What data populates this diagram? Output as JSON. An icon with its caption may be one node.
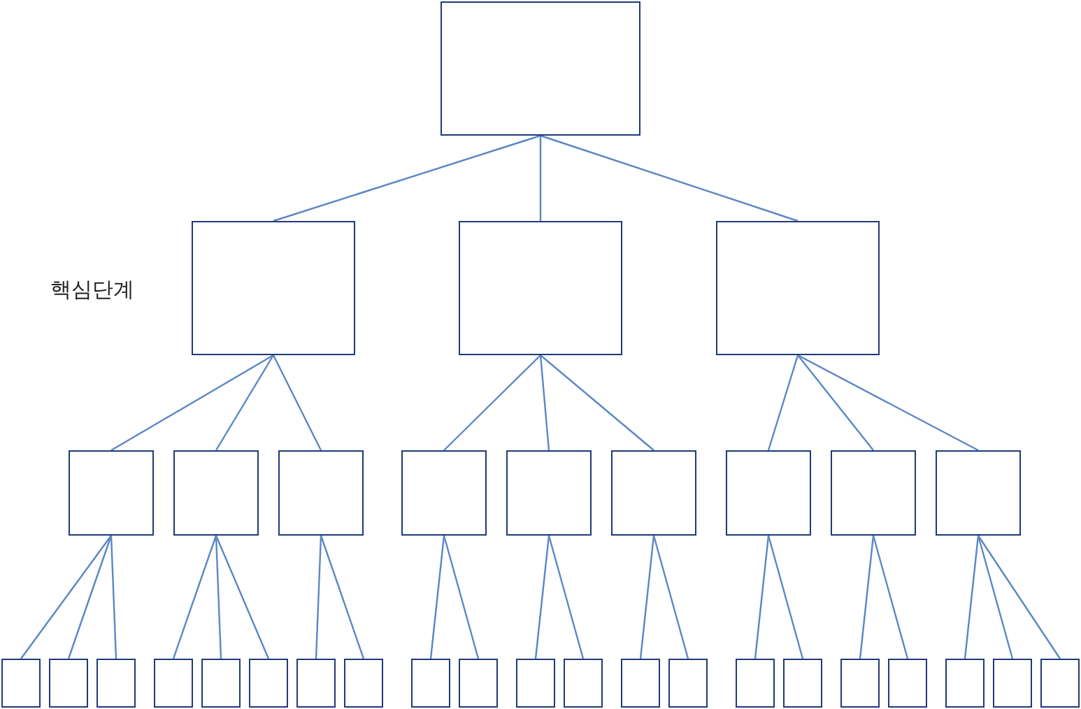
{
  "diagram": {
    "nodes": [
      {
        "text": [],
        "shape": "box"
      },
      {
        "text": [],
        "shape": "box"
      },
      {
        "text": [],
        "shape": "box"
      },
      {
        "text": [],
        "shape": "box"
      },
      {
        "text": [],
        "shape": "box"
      },
      {
        "text": [],
        "shape": "box"
      },
      {
        "text": [],
        "shape": "box"
      },
      {
        "text": [],
        "shape": "box"
      },
      {
        "text": [],
        "shape": "box"
      },
      {
        "text": [],
        "shape": "box"
      },
      {
        "text": [],
        "shape": "box"
      },
      {
        "text": [],
        "shape": "box"
      },
      {
        "text": [],
        "shape": "box"
      },
      {
        "text": [],
        "shape": "box"
      },
      {
        "text": [],
        "shape": "box"
      },
      {
        "text": [],
        "shape": "box"
      },
      {
        "text": [],
        "shape": "box"
      },
      {
        "text": [],
        "shape": "box"
      },
      {
        "text": [],
        "shape": "box"
      },
      {
        "text": [],
        "shape": "box"
      },
      {
        "text": [],
        "shape": "box"
      },
      {
        "text": [],
        "shape": "box"
      },
      {
        "text": [],
        "shape": "box"
      },
      {
        "text": [],
        "shape": "box"
      },
      {
        "text": [],
        "shape": "box"
      },
      {
        "text": [],
        "shape": "box"
      },
      {
        "text": [],
        "shape": "box"
      },
      {
        "text": [],
        "shape": "box"
      },
      {
        "text": [],
        "shape": "box"
      },
      {
        "text": [],
        "shape": "box"
      },
      {
        "text": [],
        "shape": "box"
      },
      {
        "text": [],
        "shape": "box"
      },
      {
        "text": [],
        "shape": "box"
      },
      {
        "text": [],
        "shape": "box"
      }
    ],
    "edges": [
      {
        "from": 0,
        "to": 1,
        "arrow": "none"
      },
      {
        "from": 0,
        "to": 2,
        "arrow": "none"
      },
      {
        "from": 0,
        "to": 3,
        "arrow": "none"
      },
      {
        "from": 1,
        "to": 4,
        "arrow": "none"
      },
      {
        "from": 1,
        "to": 5,
        "arrow": "none"
      },
      {
        "from": 1,
        "to": 6,
        "arrow": "none"
      },
      {
        "from": 2,
        "to": 7,
        "arrow": "none"
      },
      {
        "from": 2,
        "to": 8,
        "arrow": "none"
      },
      {
        "from": 2,
        "to": 9,
        "arrow": "none"
      },
      {
        "from": 3,
        "to": 10,
        "arrow": "none"
      },
      {
        "from": 3,
        "to": 11,
        "arrow": "none"
      },
      {
        "from": 3,
        "to": 12,
        "arrow": "none"
      },
      {
        "from": 4,
        "to": 13,
        "arrow": "none"
      },
      {
        "from": 4,
        "to": 14,
        "arrow": "none"
      },
      {
        "from": 4,
        "to": 15,
        "arrow": "none"
      },
      {
        "from": 5,
        "to": 16,
        "arrow": "none"
      },
      {
        "from": 5,
        "to": 17,
        "arrow": "none"
      },
      {
        "from": 5,
        "to": 18,
        "arrow": "none"
      },
      {
        "from": 6,
        "to": 19,
        "arrow": "none"
      },
      {
        "from": 6,
        "to": 20,
        "arrow": "none"
      },
      {
        "from": 7,
        "to": 21,
        "arrow": "none"
      },
      {
        "from": 7,
        "to": 22,
        "arrow": "none"
      },
      {
        "from": 8,
        "to": 23,
        "arrow": "none"
      },
      {
        "from": 8,
        "to": 24,
        "arrow": "none"
      },
      {
        "from": 9,
        "to": 25,
        "arrow": "none"
      },
      {
        "from": 9,
        "to": 26,
        "arrow": "none"
      },
      {
        "from": 10,
        "to": 27,
        "arrow": "none"
      },
      {
        "from": 10,
        "to": 28,
        "arrow": "none"
      },
      {
        "from": 11,
        "to": 29,
        "arrow": "none"
      },
      {
        "from": 11,
        "to": 30,
        "arrow": "none"
      },
      {
        "from": 12,
        "to": 31,
        "arrow": "none"
      },
      {
        "from": 12,
        "to": 32,
        "arrow": "none"
      },
      {
        "from": 12,
        "to": 33,
        "arrow": "none"
      }
    ],
    "labels": [
      "핵심단계"
    ]
  }
}
